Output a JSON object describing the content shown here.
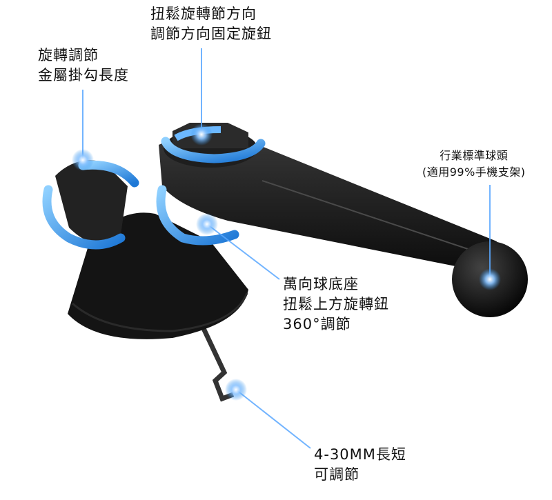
{
  "labels": {
    "top_knob": {
      "line1": "扭鬆旋轉節方向",
      "line2": "調節方向固定旋鈕"
    },
    "hook": {
      "line1": "旋轉調節",
      "line2": "金屬掛勾長度"
    },
    "ball_head": {
      "line1": "行業標準球頭",
      "line2": "(適用99%手機支架)"
    },
    "base": {
      "line1": "萬向球底座",
      "line2": "扭鬆上方旋轉鈕",
      "line3": "360°調節"
    },
    "clip": {
      "line1": "4-30MM長短",
      "line2": "可調節"
    }
  },
  "colors": {
    "accent": "#2f8fe8",
    "product": "#1a1a1a",
    "glow": "#5aa8ff"
  }
}
